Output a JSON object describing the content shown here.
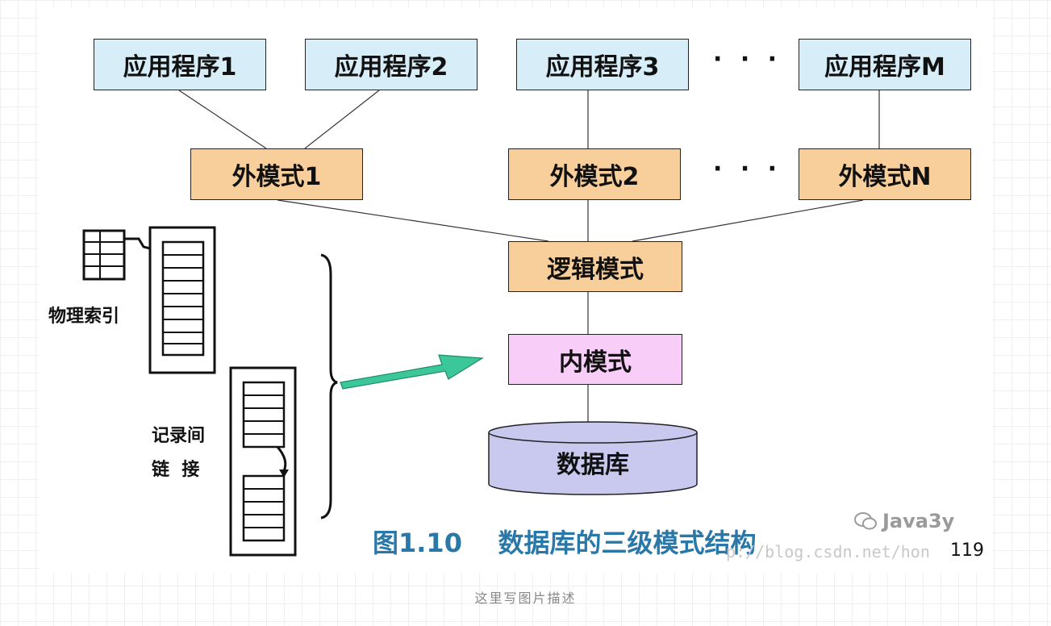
{
  "applications": [
    {
      "label": "应用程序1"
    },
    {
      "label": "应用程序2"
    },
    {
      "label": "应用程序3"
    },
    {
      "label": "应用程序M"
    }
  ],
  "external_schemas": [
    {
      "label": "外模式1"
    },
    {
      "label": "外模式2"
    },
    {
      "label": "外模式N"
    }
  ],
  "ellipsis": "· · ·",
  "logical_schema": "逻辑模式",
  "internal_schema": "内模式",
  "database": "数据库",
  "physical_index_label": "物理索引",
  "record_link_label_line1": "记录间",
  "record_link_label_line2": "链  接",
  "caption": "图1.10    数据库的三级模式结构",
  "page_number": "119",
  "watermark": "Java3y",
  "watermark_url": "p://blog.csdn.net/hon",
  "image_description": "这里写图片描述",
  "colors": {
    "app_box": "#d7eef8",
    "schema_box": "#f8cf9b",
    "internal_box": "#f8cdf8",
    "database": "#c9c9f0",
    "arrow": "#3cc79a",
    "caption": "#2a78a8"
  }
}
